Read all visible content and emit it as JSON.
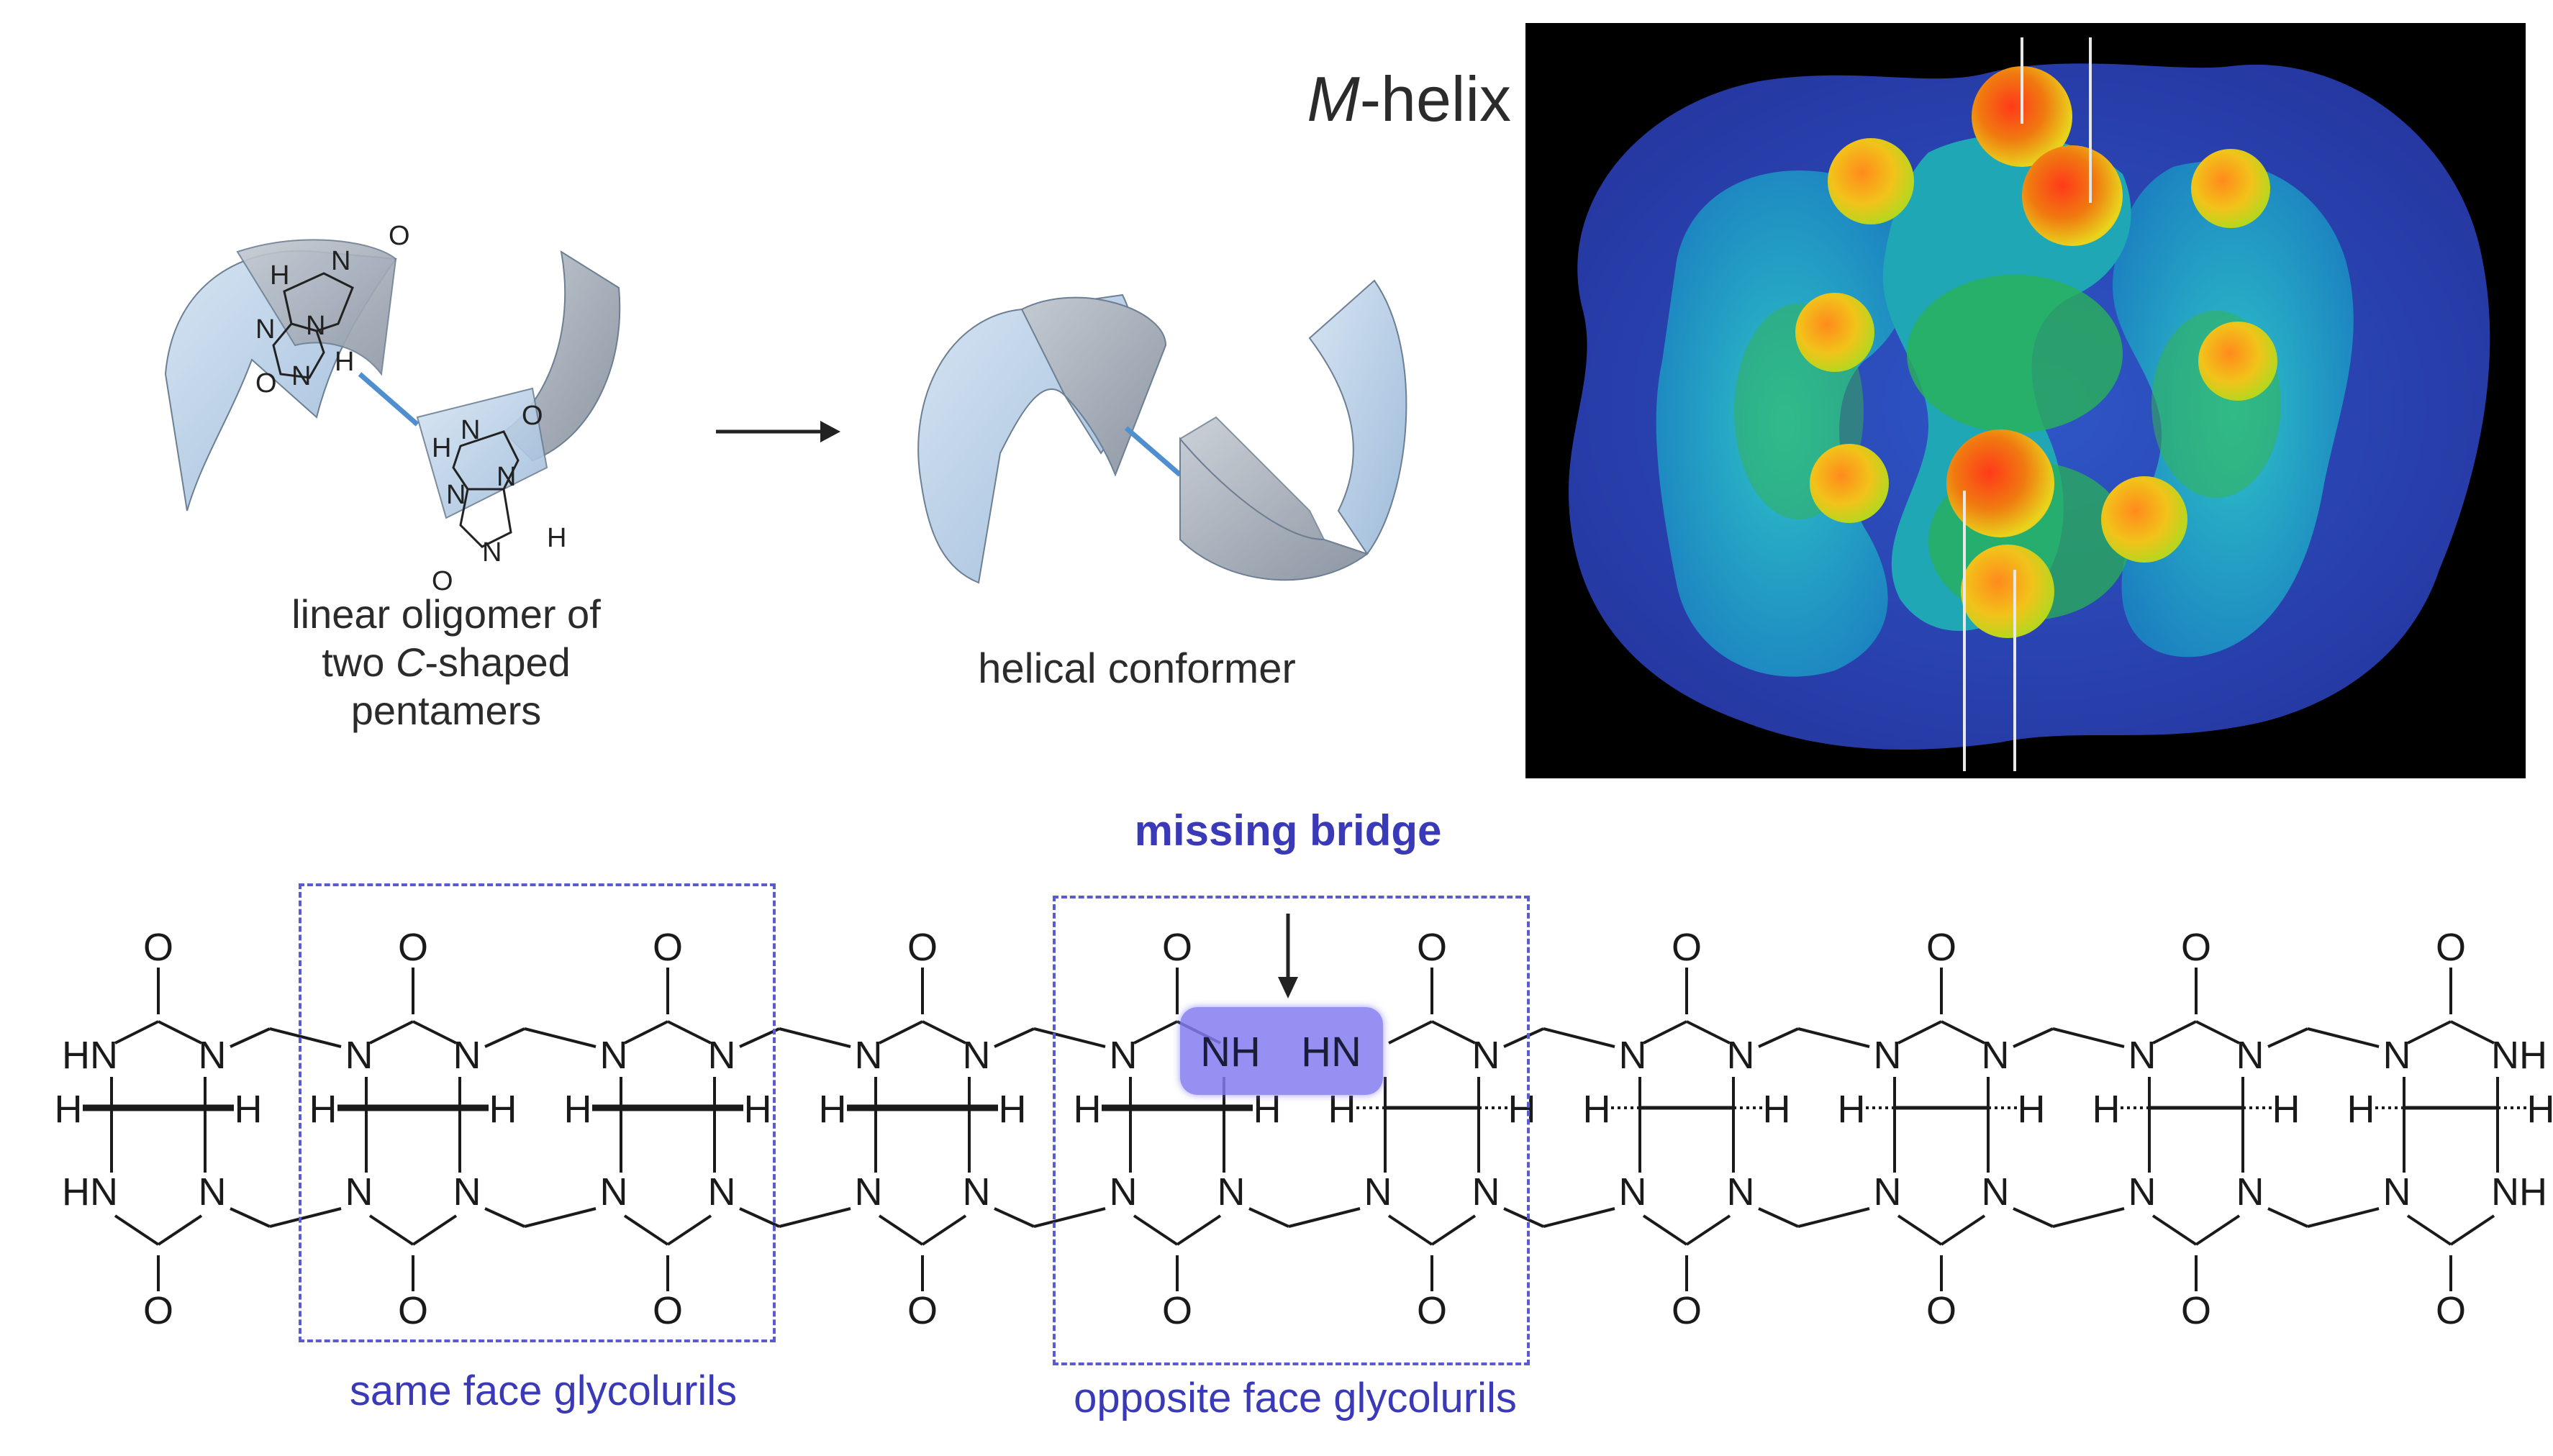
{
  "helix_title": {
    "italic": "M",
    "rest": "-helix"
  },
  "caption_oligomer": {
    "line1": "linear oligomer of",
    "line2_italic": "C",
    "line2_rest": "-shaped",
    "line2_prefix": "two ",
    "line3": "pentamers"
  },
  "caption_helical": "helical conformer",
  "label_missing_bridge": "missing bridge",
  "label_same_face": "same face glycolurils",
  "label_opposite_face": "opposite face glycolurils",
  "atoms": {
    "O": "O",
    "N": "N",
    "H": "H",
    "HN": "HN",
    "NH": "NH",
    "HH": "H H"
  },
  "glycoluril_count": 10,
  "colors": {
    "ribbon_blue": "#b7cde4",
    "ribbon_gray": "#a8b0bb",
    "link": "#4f8fd0",
    "annotation": "#3a3ab8",
    "highlight": "#8c88ef",
    "surface_bg": "#000000"
  }
}
